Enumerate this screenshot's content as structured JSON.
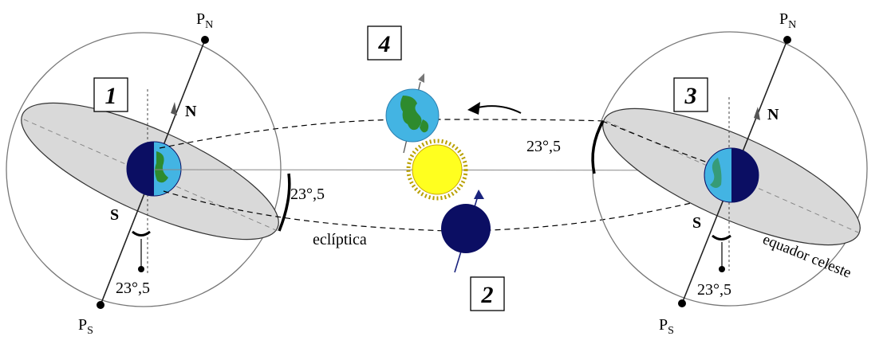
{
  "panels": [
    {
      "number": "1",
      "pole_north": "P",
      "pole_north_sub": "N",
      "pole_south": "P",
      "pole_south_sub": "S",
      "north": "N",
      "south": "S",
      "tilt": "23°,5",
      "tilt_bottom": "23°,5"
    },
    {
      "number": "3",
      "pole_north": "P",
      "pole_north_sub": "N",
      "pole_south": "P",
      "pole_south_sub": "S",
      "north": "N",
      "south": "S",
      "tilt": "23°,5",
      "tilt_bottom": "23°,5",
      "equator_label": "equador celeste"
    }
  ],
  "center": {
    "top_number": "4",
    "bottom_number": "2",
    "ecliptic_label": "eclíptica"
  },
  "colors": {
    "sphere_fill": "#ffffff",
    "equator_plane": "#d6d6d6",
    "earth_dark": "#0b0e63",
    "earth_light": "#43b4e3",
    "land": "#2e8b2e",
    "sun": "#ffff1f",
    "sun_rays": "#b9a000"
  }
}
